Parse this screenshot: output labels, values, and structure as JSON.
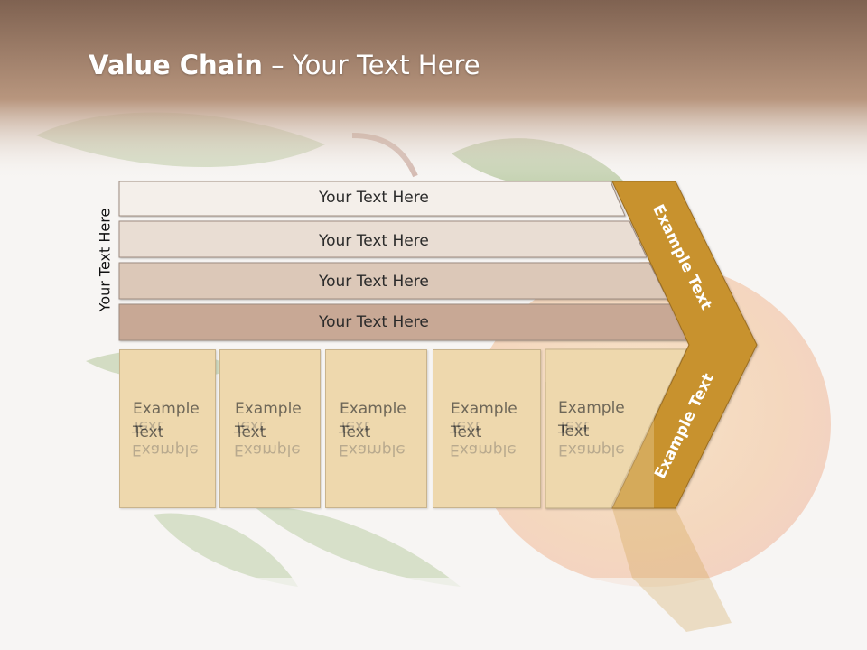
{
  "slide": {
    "title_bold": "Value Chain",
    "title_rest": " – Your Text Here",
    "vertical_label": "Your Text Here"
  },
  "rows": [
    {
      "label": "Your Text Here",
      "fill": "#f4efea"
    },
    {
      "label": "Your Text Here",
      "fill": "#e9ddd3"
    },
    {
      "label": "Your Text Here",
      "fill": "#dcc8b8"
    },
    {
      "label": "Your Text Here",
      "fill": "#c8a895"
    }
  ],
  "cells": [
    {
      "line1": "Example",
      "line2": "Text"
    },
    {
      "line1": "Example",
      "line2": "Text"
    },
    {
      "line1": "Example",
      "line2": "Text"
    },
    {
      "line1": "Example",
      "line2": "Text"
    },
    {
      "line1": "Example",
      "line2": "Text"
    }
  ],
  "arrow": {
    "upper_label": "Example Text",
    "lower_label": "Example Text",
    "color": "#c8922f"
  },
  "colors": {
    "header_top": "#7f6251",
    "header_bottom": "#b8967e",
    "cell_fill": "#eed8ad"
  }
}
